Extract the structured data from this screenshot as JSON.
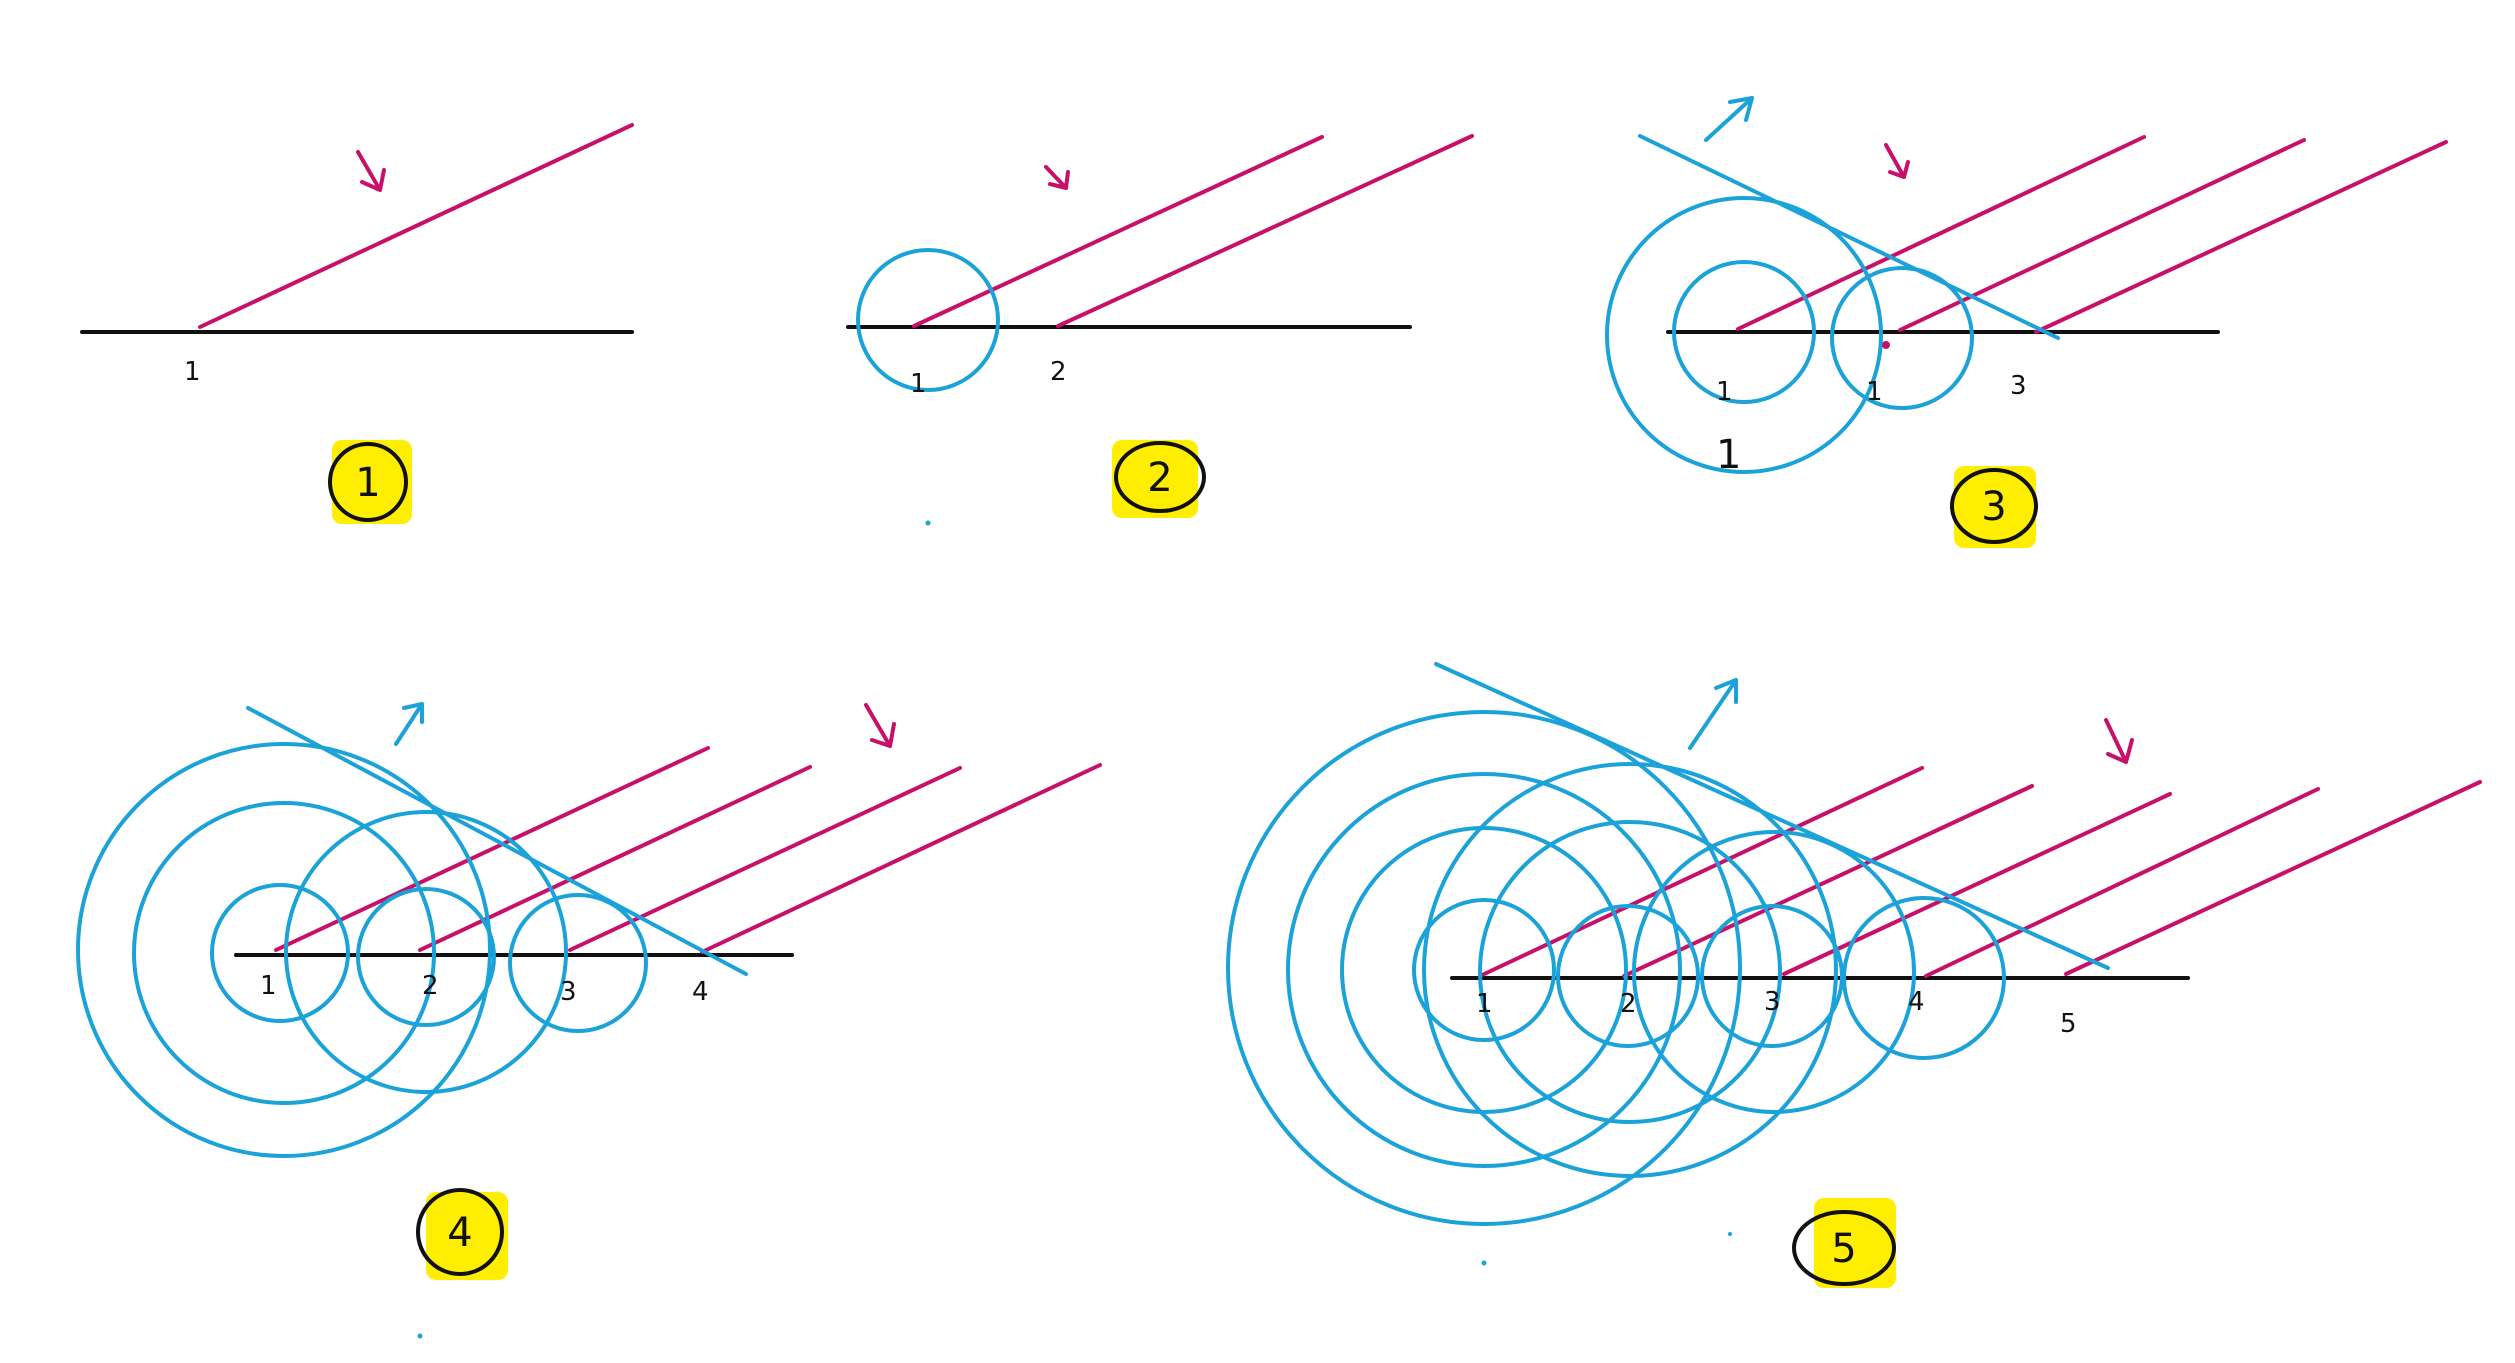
{
  "colors": {
    "ground": "#111111",
    "ray": "#c8106a",
    "wavefront": "#1ba2d8",
    "badge": "#ffee00"
  },
  "panels": [
    {
      "badge": "1",
      "point_labels": [
        "1"
      ]
    },
    {
      "badge": "2",
      "point_labels": [
        "1",
        "2"
      ]
    },
    {
      "badge": "3",
      "point_labels": [
        "1",
        "1",
        "3",
        "1"
      ]
    },
    {
      "badge": "4",
      "point_labels": [
        "1",
        "2",
        "3",
        "4"
      ]
    },
    {
      "badge": "5",
      "point_labels": [
        "1",
        "2",
        "3",
        "4",
        "5"
      ]
    }
  ]
}
